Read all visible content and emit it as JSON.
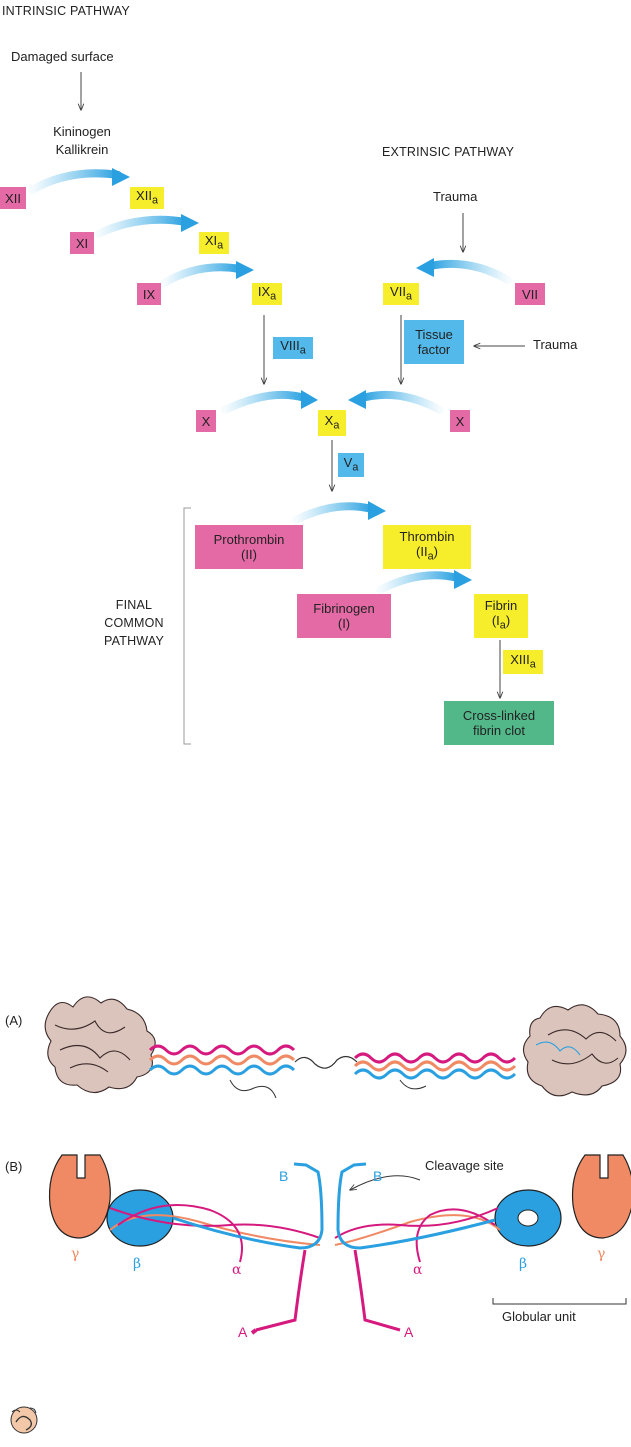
{
  "pathway": {
    "intrinsic_title": "INTRINSIC PATHWAY",
    "extrinsic_title": "EXTRINSIC PATHWAY",
    "damaged_surface": "Damaged surface",
    "kininogen": "Kininogen",
    "kallikrein": "Kallikrein",
    "trauma_top": "Trauma",
    "trauma_side": "Trauma",
    "final_common_1": "FINAL",
    "final_common_2": "COMMON",
    "final_common_3": "PATHWAY",
    "factors": {
      "xii": "XII",
      "xii_a_base": "XII",
      "xi": "XI",
      "xi_a_base": "XI",
      "ix": "IX",
      "ix_a_base": "IX",
      "viii_a_base": "VIII",
      "vii_a_base": "VII",
      "vii": "VII",
      "tissue_factor_1": "Tissue",
      "tissue_factor_2": "factor",
      "x_left": "X",
      "x_a_base": "X",
      "x_right": "X",
      "v_a_base": "V",
      "prothrombin_1": "Prothrombin",
      "prothrombin_2": "(II)",
      "thrombin_1": "Thrombin",
      "thrombin_2_base": "(II",
      "thrombin_2_close": ")",
      "fibrinogen_1": "Fibrinogen",
      "fibrinogen_2": "(I)",
      "fibrin_1": "Fibrin",
      "fibrin_2_base": "(I",
      "fibrin_2_close": ")",
      "xiii_a_base": "XIII",
      "clot_1": "Cross-linked",
      "clot_2": "fibrin clot",
      "subscript_a": "a"
    }
  },
  "fibrinogen_structure": {
    "panel_a": "(A)",
    "panel_b": "(B)",
    "b_left": "B",
    "b_right": "B",
    "a_left": "A",
    "a_right": "A",
    "alpha_left": "α",
    "alpha_right": "α",
    "beta_left": "β",
    "beta_right": "β",
    "gamma_left": "γ",
    "gamma_right": "γ",
    "cleavage_site": "Cleavage site",
    "globular_unit": "Globular unit"
  },
  "colors": {
    "pink": "#e46aa6",
    "yellow": "#f7ee2b",
    "blue": "#53b9ea",
    "green": "#52b889",
    "chain_pink": "#d6197f",
    "chain_blue": "#2aa0e0",
    "chain_orange": "#f08a64"
  },
  "icons": [
    "curved-arrow-icon",
    "down-arrow-icon",
    "bracket-icon",
    "protein-ribbon-icon",
    "animation-icon"
  ]
}
